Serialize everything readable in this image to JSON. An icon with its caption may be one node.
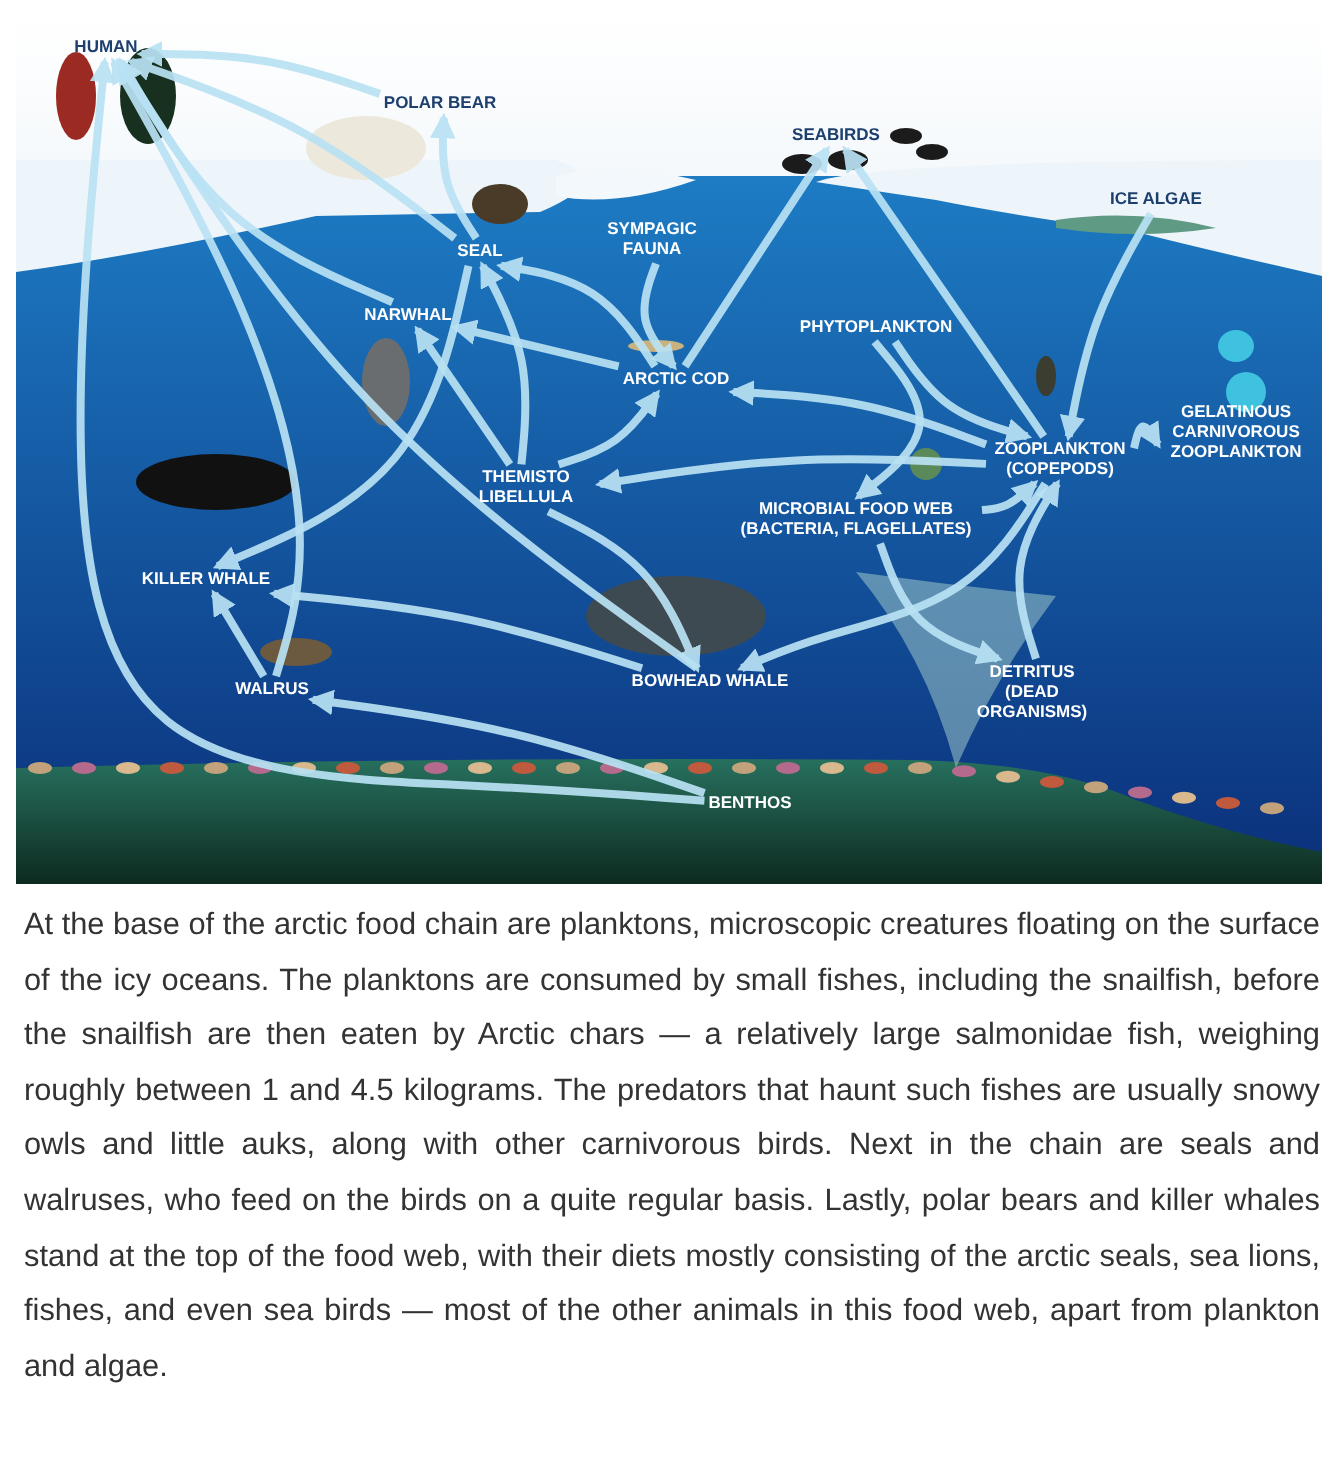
{
  "diagram": {
    "nodes": [
      {
        "text": [
          "HUMAN"
        ]
      },
      {
        "text": [
          "POLAR BEAR"
        ]
      },
      {
        "text": [
          "SEABIRDS"
        ]
      },
      {
        "text": [
          "ICE ALGAE"
        ]
      },
      {
        "text": [
          "SEAL"
        ]
      },
      {
        "text": [
          "SYMPAGIC FAUNA"
        ]
      },
      {
        "text": [
          "NARWHAL"
        ]
      },
      {
        "text": [
          "PHYTOPLANKTON"
        ]
      },
      {
        "text": [
          "ARCTIC COD"
        ]
      },
      {
        "text": [
          "THEMISTO LIBELLULA"
        ]
      },
      {
        "text": [
          "GELATINOUS CARNIVOROUS ZOOPLANKTON"
        ]
      },
      {
        "text": [
          "ZOOPLANKTON (COPEPODS)"
        ]
      },
      {
        "text": [
          "MICROBIAL FOOD WEB (BACTERIA, FLAGELLATES)"
        ]
      },
      {
        "text": [
          "KILLER WHALE"
        ]
      },
      {
        "text": [
          "WALRUS"
        ]
      },
      {
        "text": [
          "BOWHEAD WHALE"
        ]
      },
      {
        "text": [
          "DETRITUS (DEAD ORGANISMS)"
        ]
      },
      {
        "text": [
          "BENTHOS"
        ]
      }
    ],
    "edges": [
      {
        "from": 1,
        "to": 0,
        "arrow": "to"
      },
      {
        "from": 4,
        "to": 1,
        "arrow": "to"
      },
      {
        "from": 4,
        "to": 0,
        "arrow": "to"
      },
      {
        "from": 6,
        "to": 0,
        "arrow": "to"
      },
      {
        "from": 14,
        "to": 0,
        "arrow": "to"
      },
      {
        "from": 15,
        "to": 0,
        "arrow": "to"
      },
      {
        "from": 17,
        "to": 0,
        "arrow": "to"
      },
      {
        "from": 4,
        "to": 13,
        "arrow": "to"
      },
      {
        "from": 8,
        "to": 4,
        "arrow": "to"
      },
      {
        "from": 9,
        "to": 4,
        "arrow": "to"
      },
      {
        "from": 8,
        "to": 6,
        "arrow": "to"
      },
      {
        "from": 9,
        "to": 6,
        "arrow": "to"
      },
      {
        "from": 5,
        "to": 8,
        "arrow": "to"
      },
      {
        "from": 8,
        "to": 2,
        "arrow": "to"
      },
      {
        "from": 11,
        "to": 2,
        "arrow": "to"
      },
      {
        "from": 11,
        "to": 8,
        "arrow": "to"
      },
      {
        "from": 11,
        "to": 9,
        "arrow": "to"
      },
      {
        "from": 9,
        "to": 8,
        "arrow": "to"
      },
      {
        "from": 3,
        "to": 11,
        "arrow": "to"
      },
      {
        "from": 7,
        "to": 11,
        "arrow": "to"
      },
      {
        "from": 7,
        "to": 12,
        "arrow": "to"
      },
      {
        "from": 12,
        "to": 11,
        "arrow": "to"
      },
      {
        "from": 11,
        "to": 10,
        "arrow": "to"
      },
      {
        "from": 9,
        "to": 15,
        "arrow": "to"
      },
      {
        "from": 11,
        "to": 15,
        "arrow": "to"
      },
      {
        "from": 12,
        "to": 16,
        "arrow": "to"
      },
      {
        "from": 16,
        "to": 11,
        "arrow": "to"
      },
      {
        "from": 15,
        "to": 13,
        "arrow": "to"
      },
      {
        "from": 14,
        "to": 13,
        "arrow": "to"
      },
      {
        "from": 17,
        "to": 14,
        "arrow": "to"
      }
    ],
    "labels": [
      "At the base of the arctic food chain are planktons, microscopic creatures floating on the surface of the icy oceans. The planktons are consumed by small fishes, including the snailfish, before the snailfish are then eaten by Arctic chars — a relatively large salmonidae fish, weighing roughly between 1 and 4.5 kilograms. The predators that haunt such fishes are usually snowy owls and little auks, along with other carnivorous birds. Next in the chain are seals and walruses, who feed on the birds on a quite regular basis. Lastly, polar bears and killer whales stand at the top of the food web, with their diets mostly consisting of the arctic seals, sea lions, fishes, and even sea birds — most of the other animals in this food web, apart from plankton and algae."
    ]
  }
}
